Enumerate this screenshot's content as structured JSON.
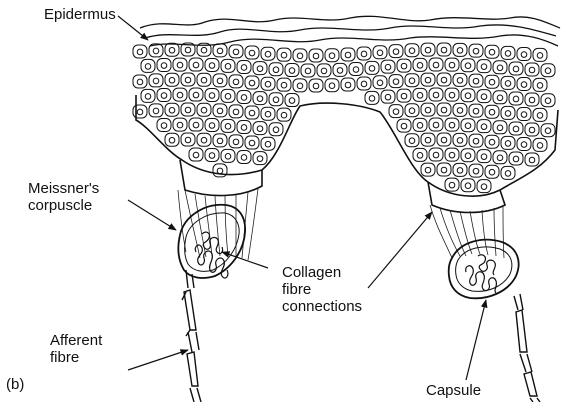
{
  "labels": {
    "epidermus": "Epidermus",
    "meissner": [
      "Meissner's",
      "corpuscle"
    ],
    "collagen": [
      "Collagen",
      "fibre",
      "connections"
    ],
    "afferent": [
      "Afferent",
      "fibre"
    ],
    "capsule": "Capsule",
    "panel": "(b)"
  }
}
